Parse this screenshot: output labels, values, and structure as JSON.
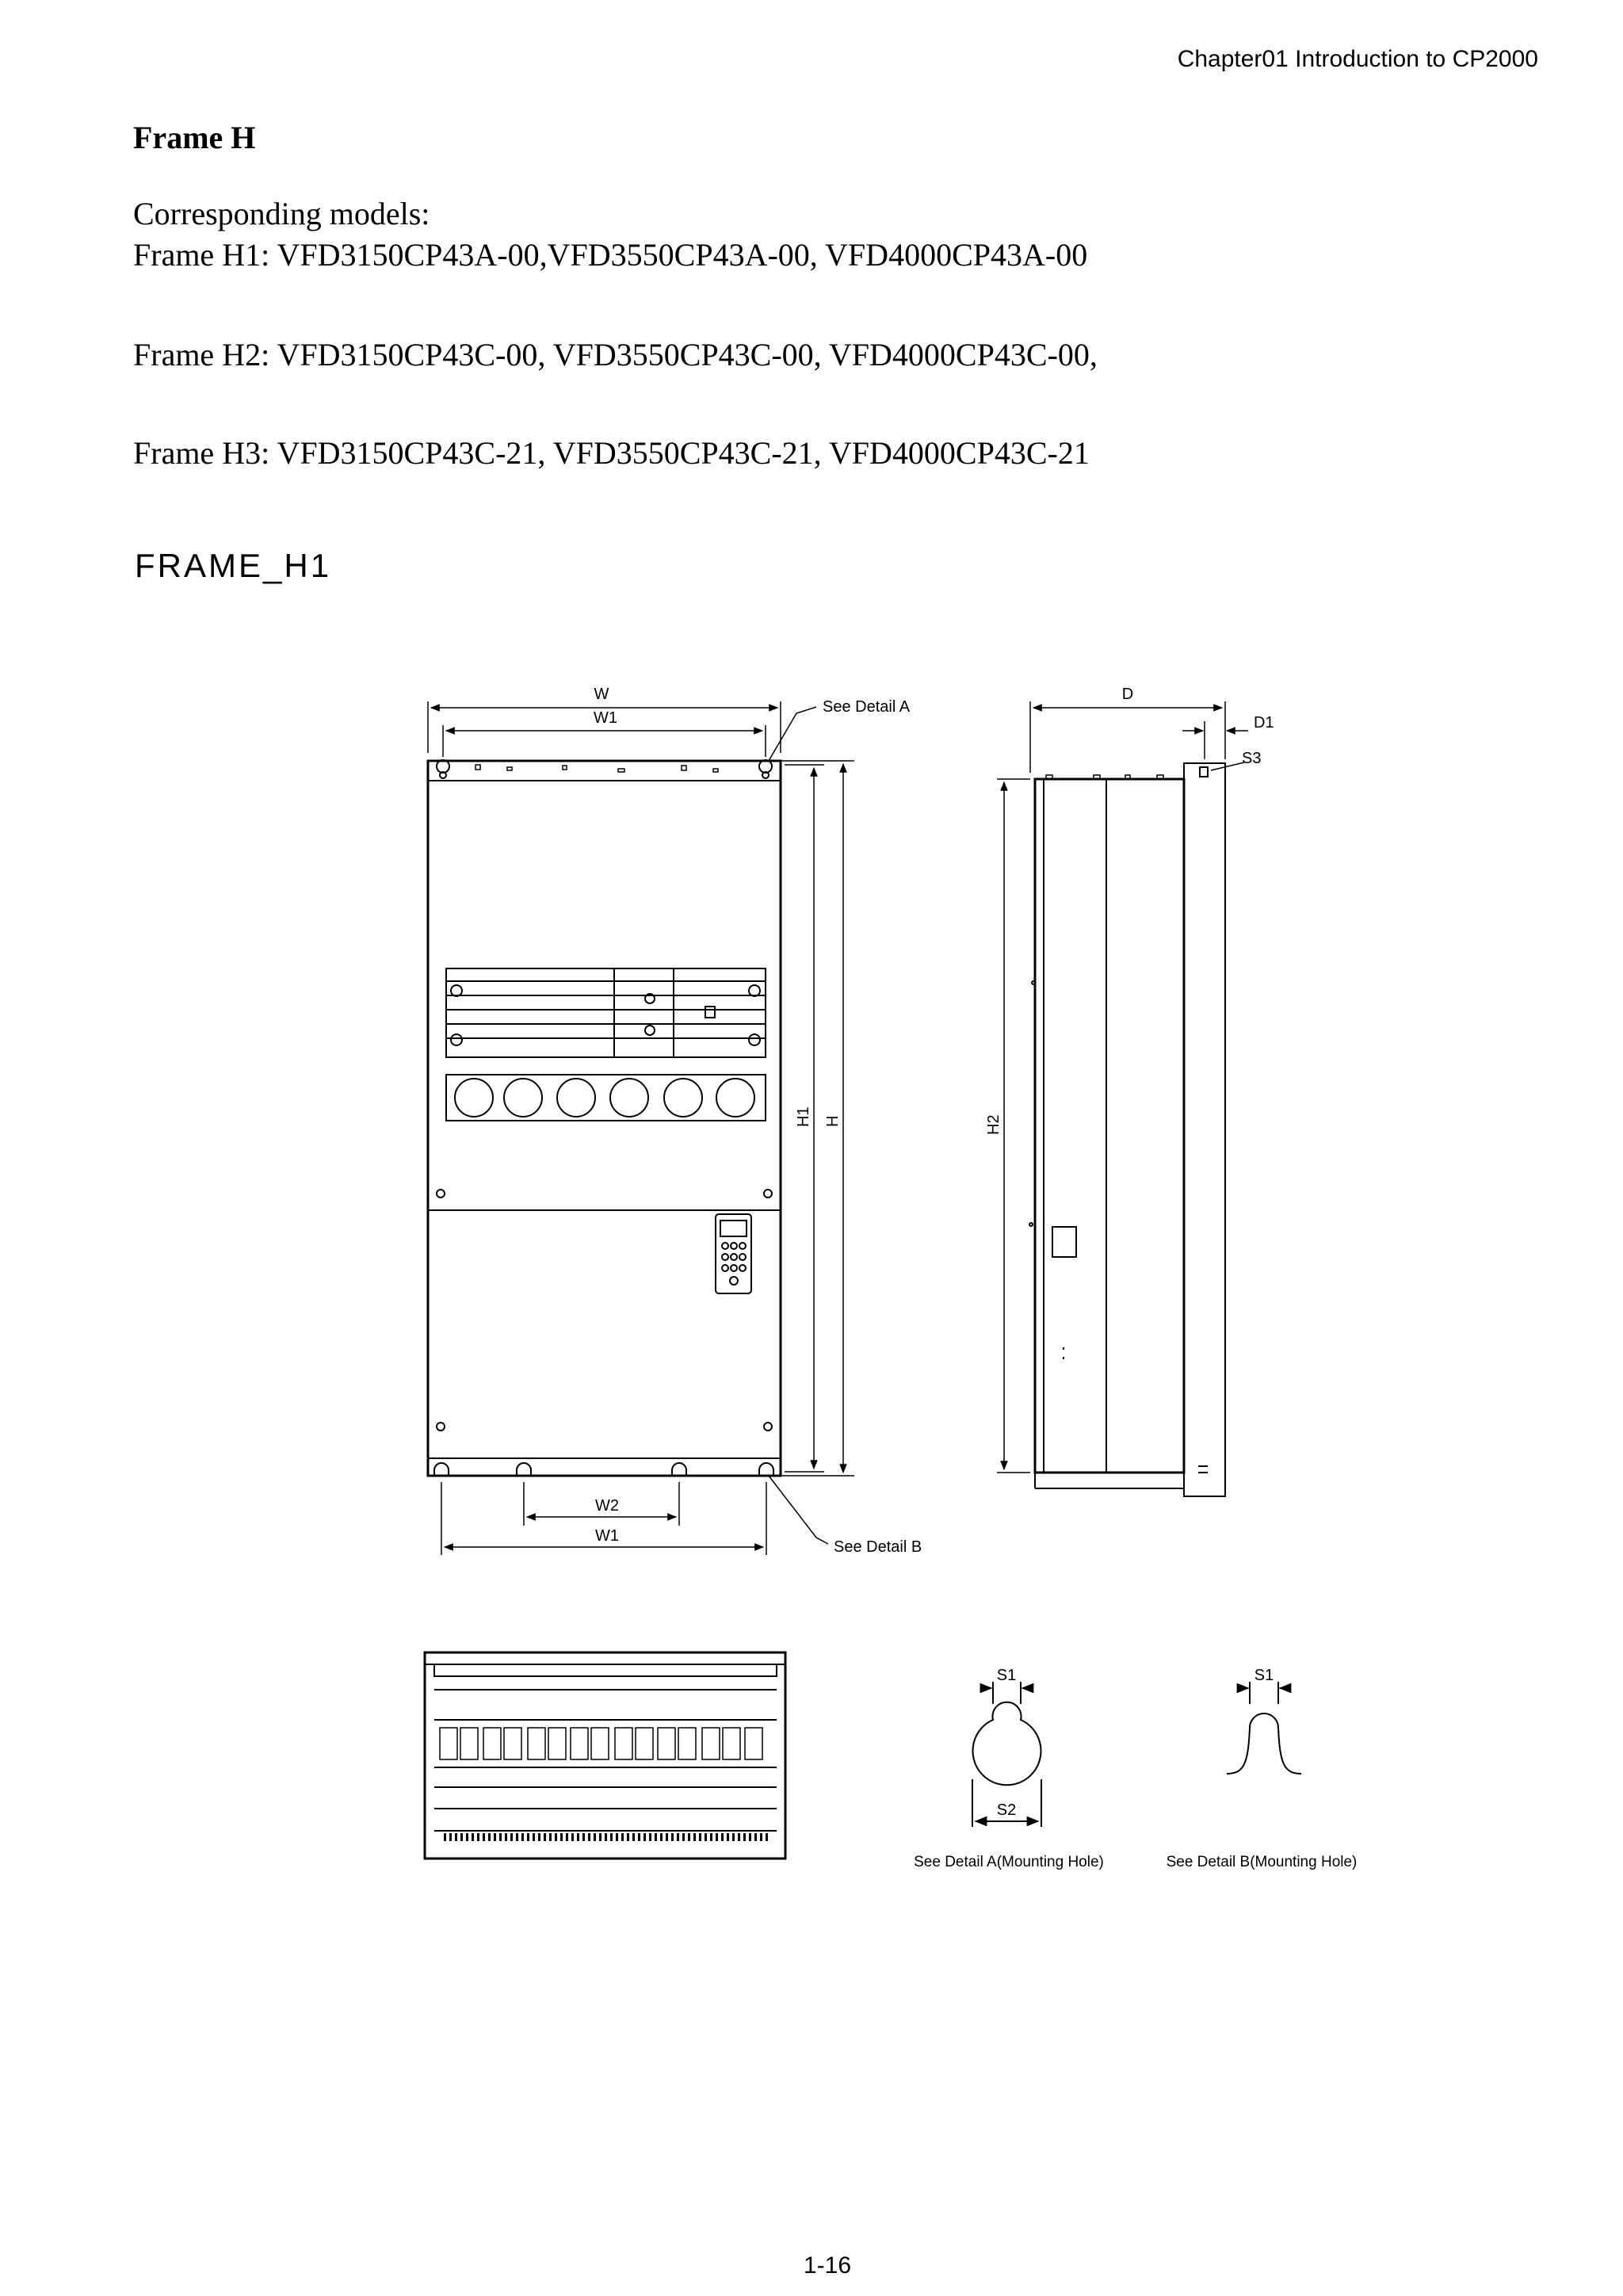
{
  "header": {
    "chapter": "Chapter01 Introduction to CP2000"
  },
  "heading": "Frame H",
  "models": {
    "intro": "Corresponding models:",
    "h1": "Frame H1: VFD3150CP43A-00,VFD3550CP43A-00, VFD4000CP43A-00",
    "h2": "Frame H2: VFD3150CP43C-00, VFD3550CP43C-00, VFD4000CP43C-00,",
    "h3": "Frame H3: VFD3150CP43C-21, VFD3550CP43C-21, VFD4000CP43C-21"
  },
  "frame_label": "FRAME_H1",
  "drawing": {
    "dims": {
      "w": "W",
      "w1": "W1",
      "w2": "W2",
      "h": "H",
      "h1": "H1",
      "h2": "H2",
      "d": "D",
      "d1": "D1",
      "s1": "S1",
      "s2": "S2",
      "s3": "S3"
    },
    "callouts": {
      "detail_a": "See Detail A",
      "detail_b": "See Detail B",
      "detail_a_caption": "See Detail A(Mounting Hole)",
      "detail_b_caption": "See Detail B(Mounting Hole)"
    }
  },
  "footer": {
    "page": "1-16"
  }
}
